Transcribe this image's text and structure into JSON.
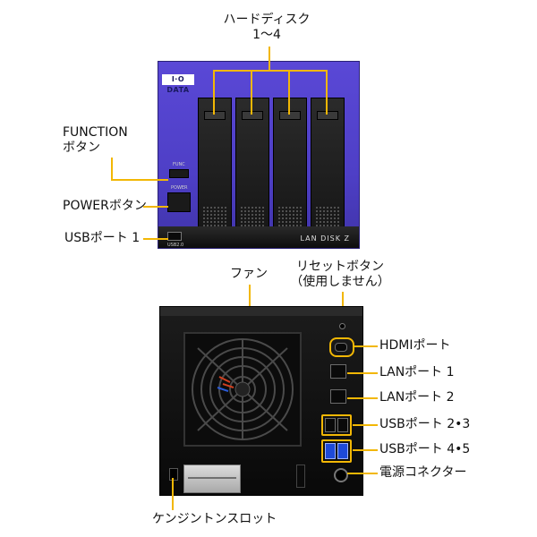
{
  "front_labels": {
    "hdd_line1": "ハードディスク",
    "hdd_line2": "1〜4",
    "function_line1": "FUNCTION",
    "function_line2": "ボタン",
    "power": "POWERボタン",
    "usb_port_1": "USBポート 1"
  },
  "rear_labels": {
    "fan": "ファン",
    "reset_line1": "リセットボタン",
    "reset_line2": "（使用しません）",
    "hdmi": "HDMIポート",
    "lan1": "LANポート 1",
    "lan2": "LANポート 2",
    "usb23": "USBポート 2•3",
    "usb45": "USBポート 4•5",
    "power_connector": "電源コネクター",
    "kensington": "ケンジントンスロット"
  },
  "device_text": {
    "logo": "I·O DATA",
    "brand": "LAN DISK Z",
    "func": "FUNC",
    "power": "POWER",
    "usb": "USB2.0"
  },
  "colors": {
    "callout": "#f2b705",
    "front_body": "#4e3fc6",
    "usb3_blue": "#1e4ad8"
  }
}
